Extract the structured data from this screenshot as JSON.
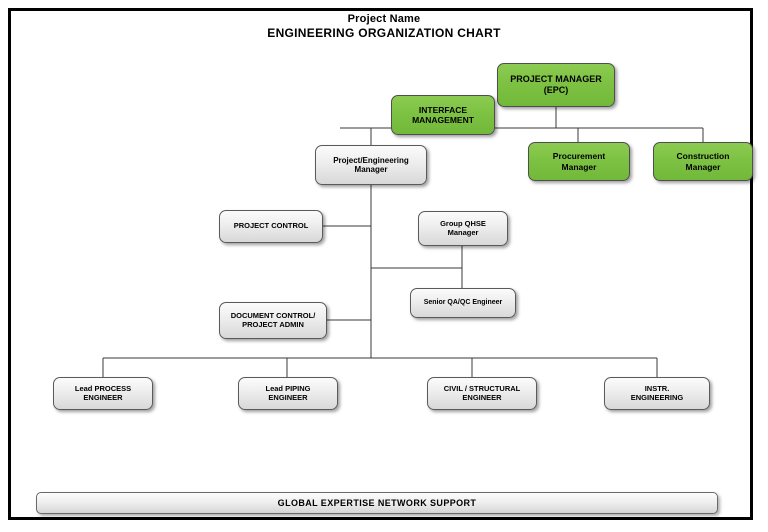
{
  "document": {
    "title_line1": "Project Name",
    "title_line2": "ENGINEERING ORGANIZATION CHART"
  },
  "colors": {
    "management_green": "#7DC242",
    "engineering_gray": "#EFEFEF",
    "frame_black": "#000000",
    "connector_gray": "#3A3A3A"
  },
  "nodes": {
    "project_manager": {
      "label": "PROJECT MANAGER\n(EPC)",
      "type": "green"
    },
    "interface_management": {
      "label": "INTERFACE\nMANAGEMENT",
      "type": "green"
    },
    "procurement_manager": {
      "label": "Procurement\nManager",
      "type": "green"
    },
    "construction_manager": {
      "label": "Construction\nManager",
      "type": "green"
    },
    "project_engineering_manager": {
      "label": "Project/Engineering\nManager",
      "type": "gray"
    },
    "project_control": {
      "label": "PROJECT CONTROL",
      "type": "gray"
    },
    "group_qhse_manager": {
      "label": "Group QHSE\nManager",
      "type": "gray"
    },
    "senior_qaqc_engineer": {
      "label": "Senior QA/QC Engineer",
      "type": "gray"
    },
    "document_control": {
      "label": "DOCUMENT CONTROL/\nPROJECT ADMIN",
      "type": "gray"
    },
    "lead_process_engineer": {
      "label": "Lead PROCESS\nENGINEER",
      "type": "gray"
    },
    "lead_piping_engineer": {
      "label": "Lead PIPING\nENGINEER",
      "type": "gray"
    },
    "civil_structural_engineer": {
      "label": "CIVIL / STRUCTURAL\nENGINEER",
      "type": "gray"
    },
    "instr_engineering": {
      "label": "INSTR.\nENGINEERING",
      "type": "gray"
    }
  },
  "footer": {
    "label": "GLOBAL EXPERTISE NETWORK SUPPORT"
  }
}
